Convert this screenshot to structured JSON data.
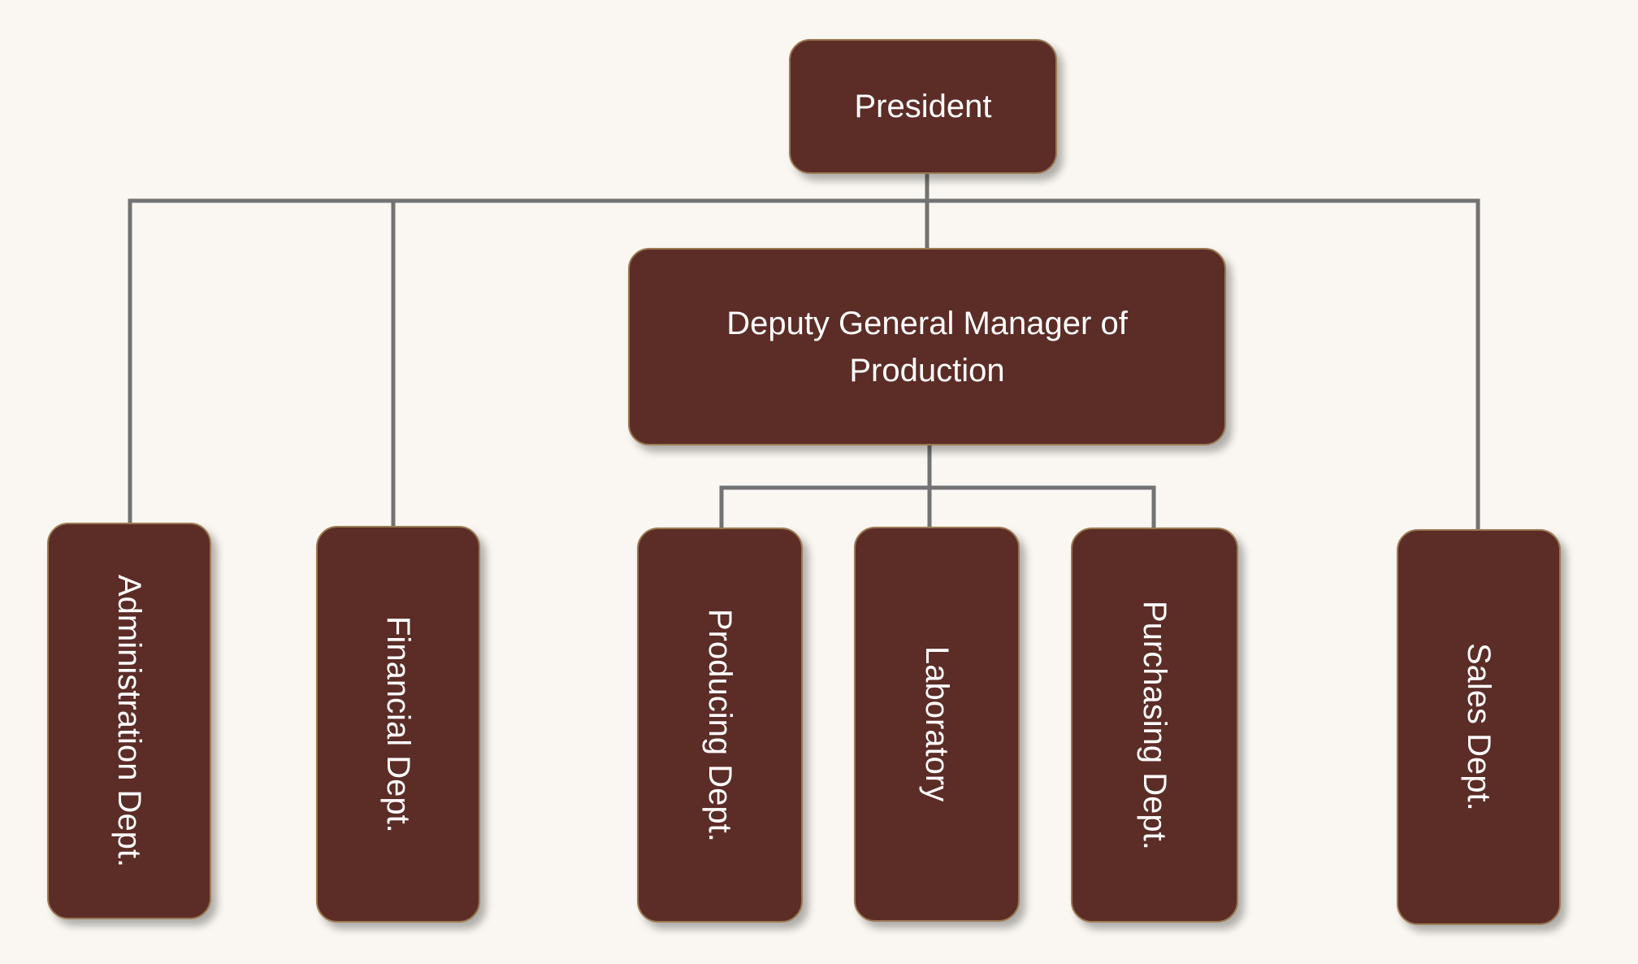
{
  "org_chart": {
    "president": "President",
    "deputy": "Deputy General Manager of Production",
    "departments": {
      "administration": "Administration Dept.",
      "financial": "Financial Dept.",
      "producing": "Producing Dept.",
      "laboratory": "Laboratory",
      "purchasing": "Purchasing Dept.",
      "sales": "Sales Dept."
    }
  },
  "colors": {
    "node_fill": "#5c2c27",
    "node_border": "#9a7a52",
    "node_text": "#ffffff",
    "connector": "#737373",
    "background": "#faf7f2"
  }
}
